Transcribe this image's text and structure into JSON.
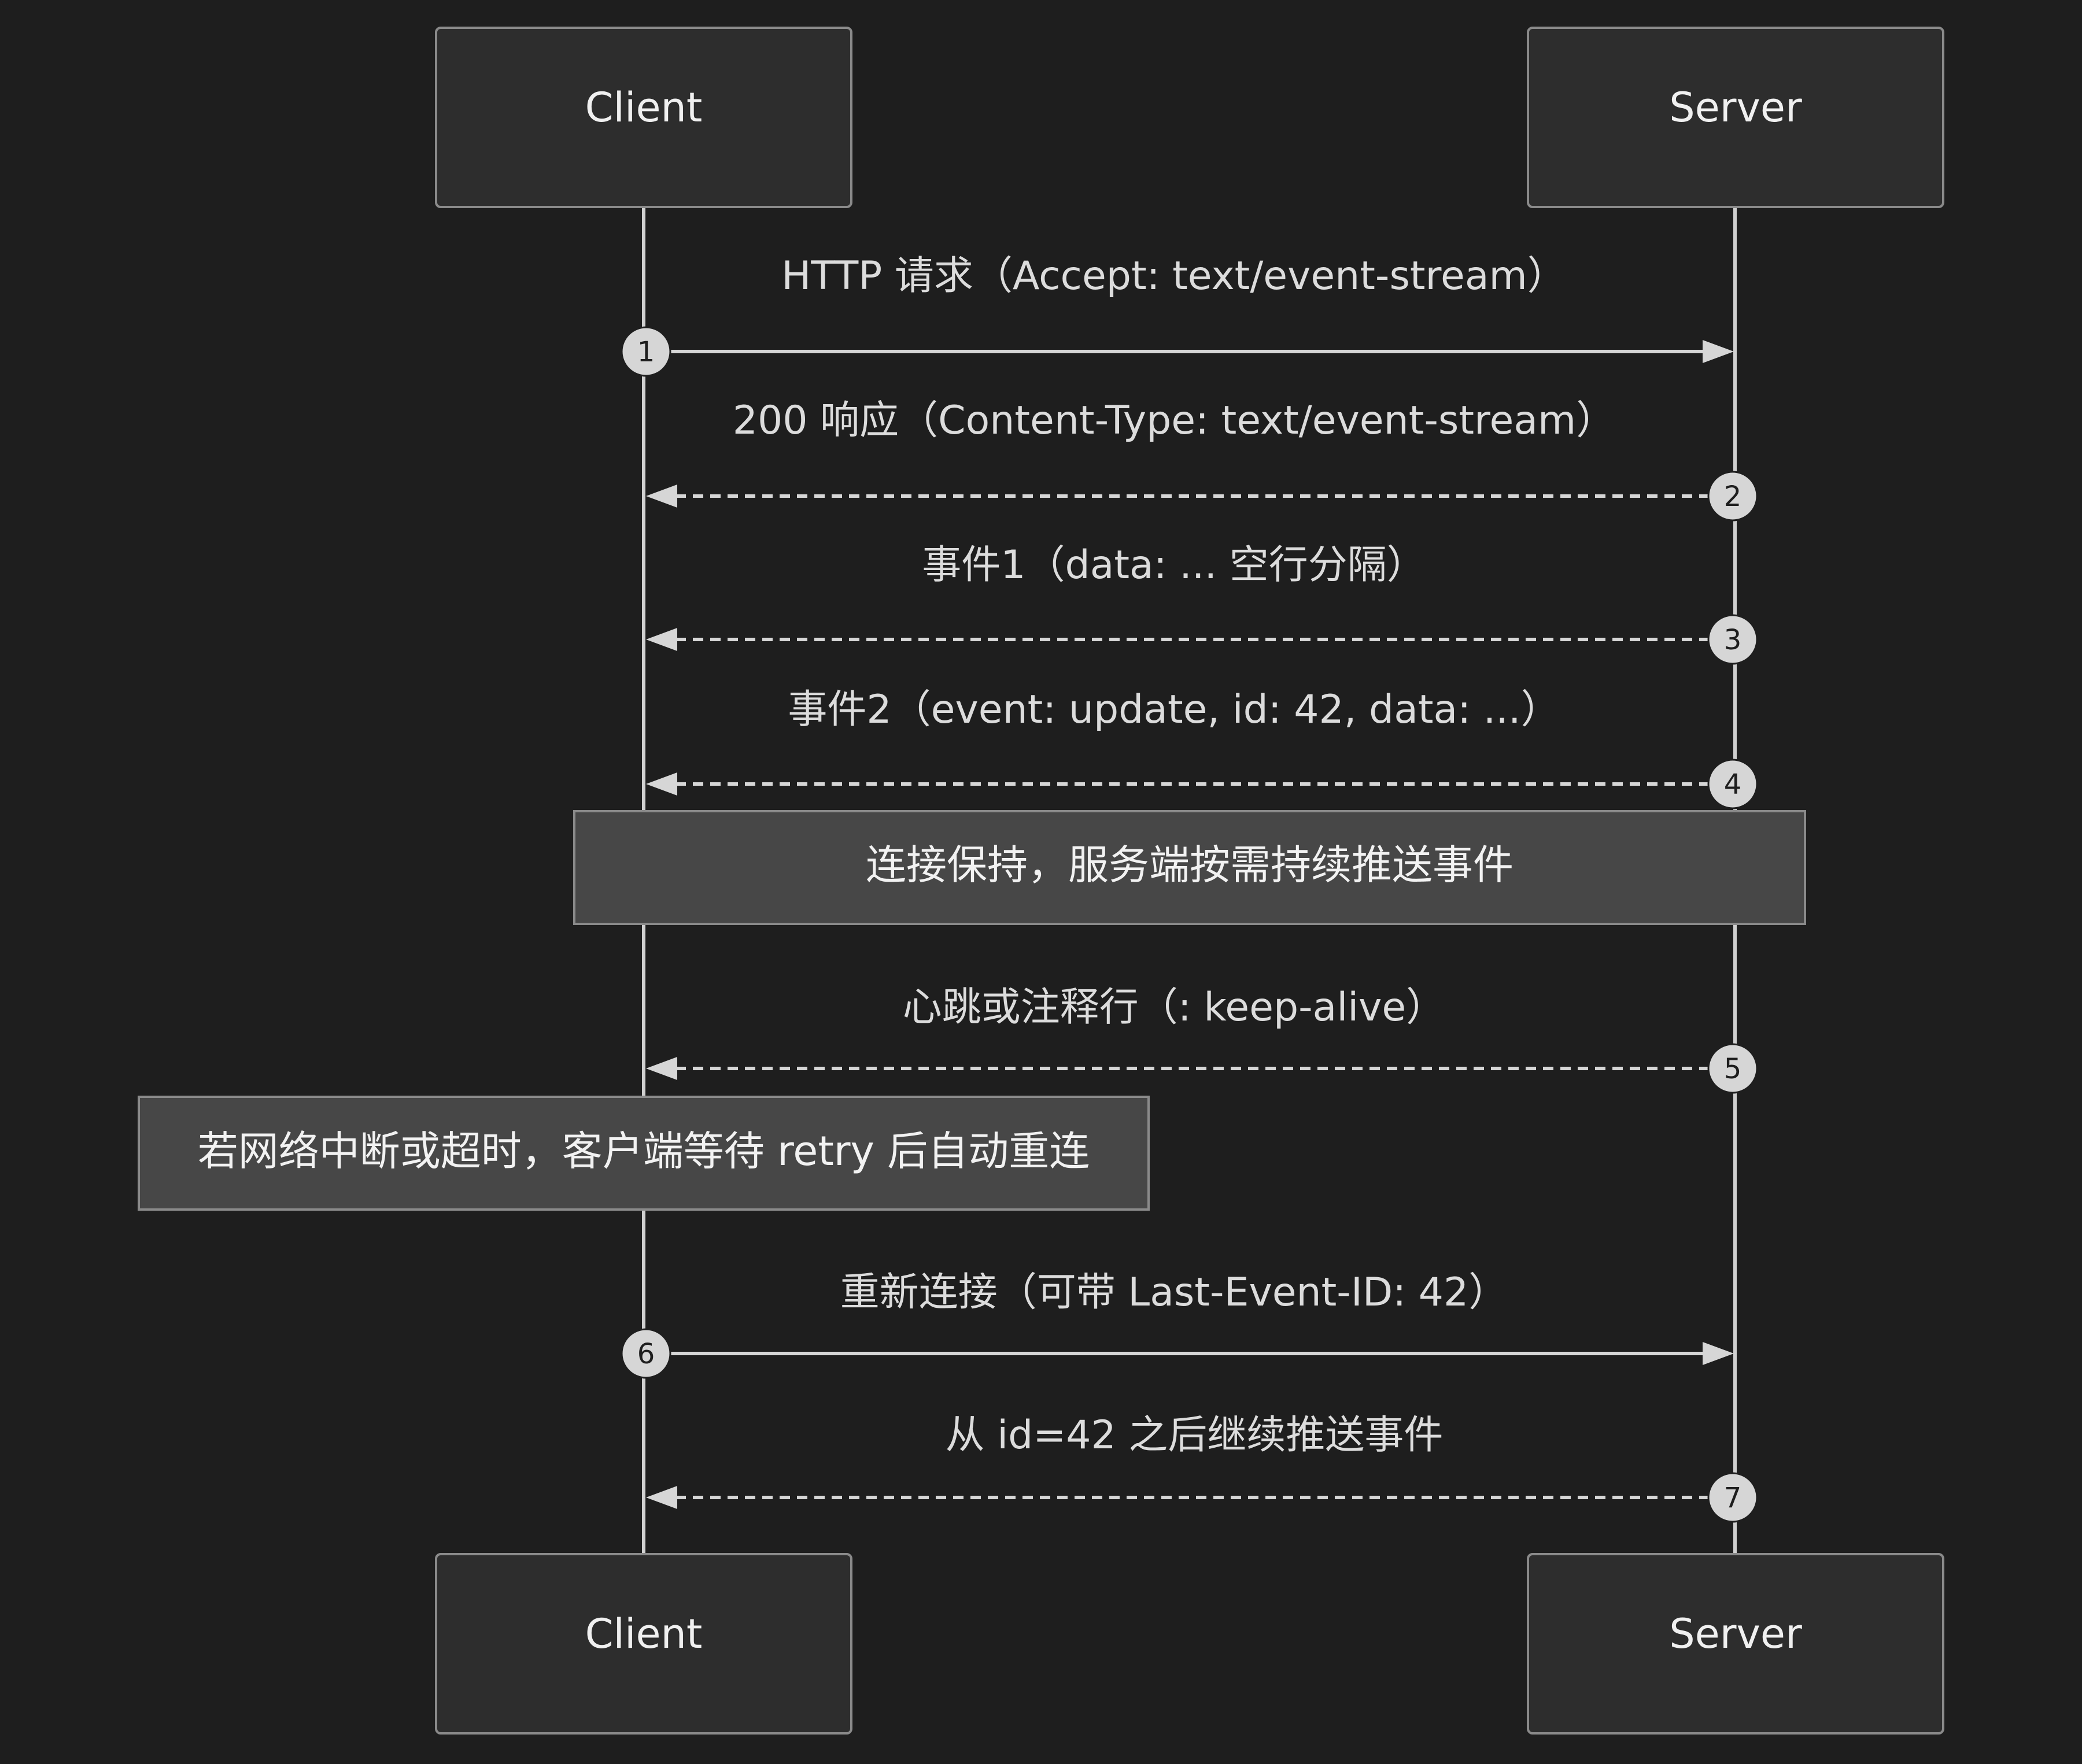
{
  "participants": {
    "client": "Client",
    "server": "Server"
  },
  "messages": [
    {
      "number": "1",
      "label": "HTTP 请求（Accept: text/event-stream）",
      "direction": "client-to-server",
      "style": "solid"
    },
    {
      "number": "2",
      "label": "200 响应（Content-Type: text/event-stream）",
      "direction": "server-to-client",
      "style": "dashed"
    },
    {
      "number": "3",
      "label": "事件1（data: ... 空行分隔）",
      "direction": "server-to-client",
      "style": "dashed"
    },
    {
      "number": "4",
      "label": "事件2（event: update, id: 42, data: ...）",
      "direction": "server-to-client",
      "style": "dashed"
    },
    {
      "number": "5",
      "label": "心跳或注释行（: keep-alive）",
      "direction": "server-to-client",
      "style": "dashed"
    },
    {
      "number": "6",
      "label": "重新连接（可带 Last-Event-ID: 42）",
      "direction": "client-to-server",
      "style": "solid"
    },
    {
      "number": "7",
      "label": "从 id=42 之后继续推送事件",
      "direction": "server-to-client",
      "style": "dashed"
    }
  ],
  "notes": {
    "keep_alive": "连接保持，服务端按需持续推送事件",
    "reconnect": "若网络中断或超时，客户端等待 retry 后自动重连"
  }
}
